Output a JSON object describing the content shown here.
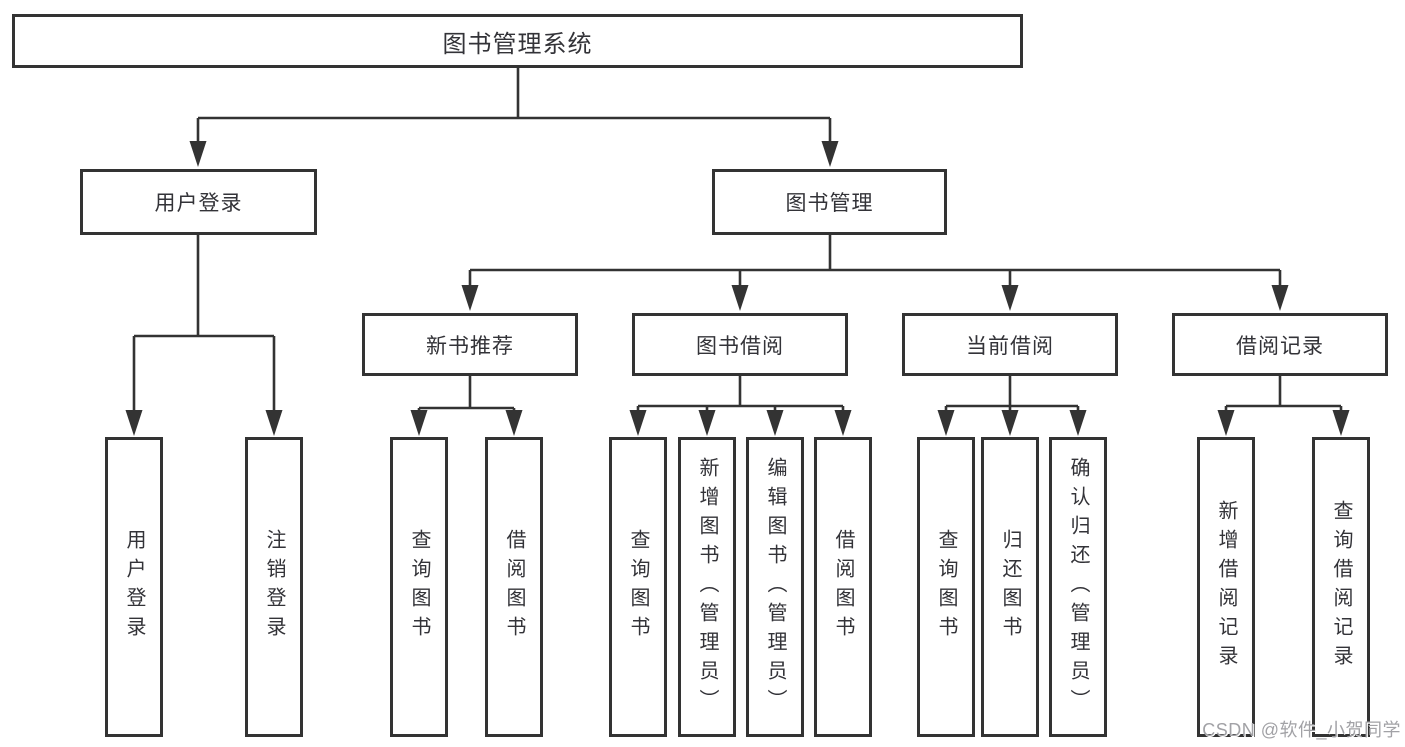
{
  "diagram": {
    "root": "图书管理系统",
    "level2": {
      "user_login": "用户登录",
      "book_mgmt": "图书管理"
    },
    "level3": {
      "new_books": "新书推荐",
      "borrow": "图书借阅",
      "current": "当前借阅",
      "records": "借阅记录"
    },
    "leaves": {
      "user_login": {
        "login": "用户登录",
        "logout": "注销登录"
      },
      "new_books": {
        "query": "查询图书",
        "borrow": "借阅图书"
      },
      "borrow": {
        "query": "查询图书",
        "add": "新增图书（管理员）",
        "edit": "编辑图书（管理员）",
        "borrow": "借阅图书"
      },
      "current": {
        "query": "查询图书",
        "return": "归还图书",
        "confirm": "确认归还（管理员）"
      },
      "records": {
        "add": "新增借阅记录",
        "query": "查询借阅记录"
      }
    },
    "line_color": "#333333"
  },
  "watermark": "CSDN @软件_小贺同学"
}
